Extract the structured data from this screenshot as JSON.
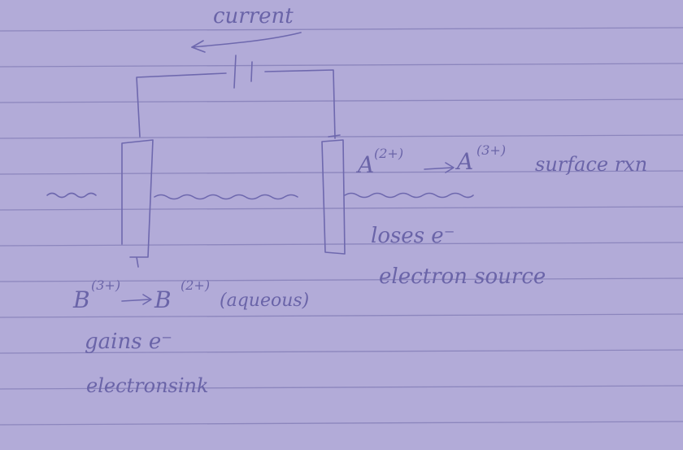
{
  "current_label": "current",
  "right_electrode": {
    "reaction_from": "A",
    "reaction_from_charge": "(2+)",
    "reaction_to": "A",
    "reaction_to_charge": "(3+)",
    "reaction_note": "surface rxn",
    "electron_note": "loses e⁻",
    "role": "electron source"
  },
  "left_electrode": {
    "reaction_from": "B",
    "reaction_from_charge": "(3+)",
    "reaction_to": "B",
    "reaction_to_charge": "(2+)",
    "reaction_note": "(aqueous)",
    "electron_note": "gains e⁻",
    "role": "electronsink"
  },
  "colors": {
    "paper": "#b2abd8",
    "rule_line": "#8c86bd",
    "ink": "#6a64a8"
  }
}
